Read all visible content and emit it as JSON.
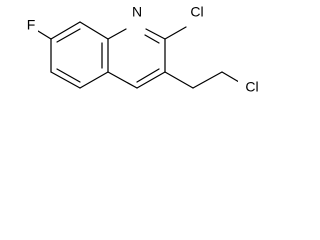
{
  "molecule": {
    "atoms": {
      "f": "F",
      "n": "N",
      "cl_ring": "Cl",
      "cl_chain": "Cl"
    }
  }
}
